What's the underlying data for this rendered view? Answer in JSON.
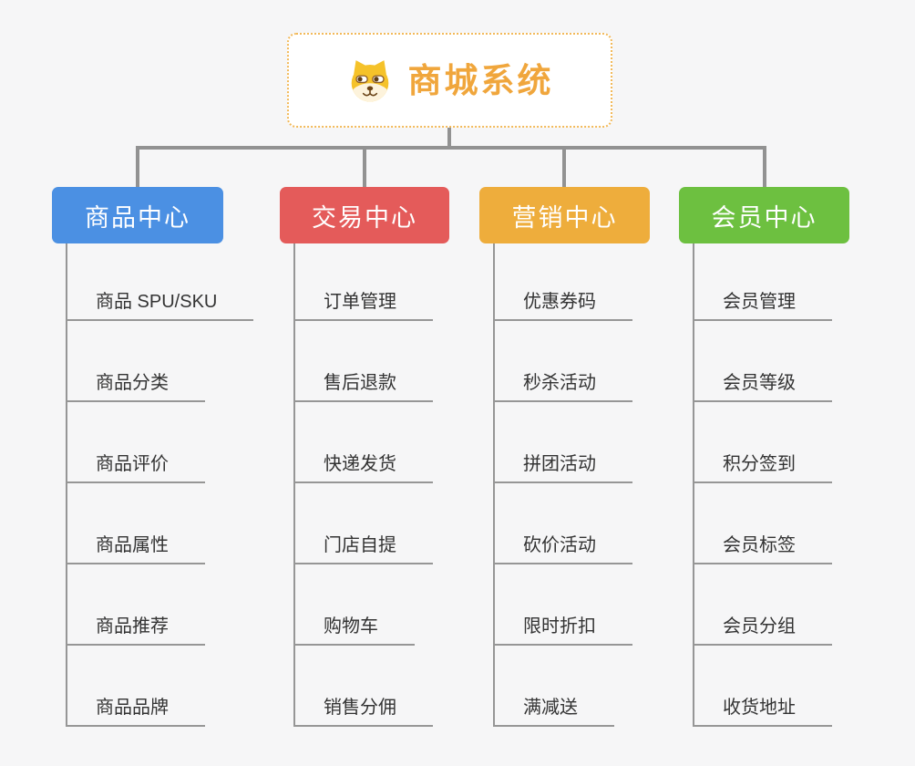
{
  "mindmap": {
    "root": {
      "label": "商城系统",
      "icon": "dog-face-icon",
      "text_color": "#F0A63C",
      "border_color": "#F2B959"
    },
    "branches": [
      {
        "label": "商品中心",
        "color": "#4B90E3",
        "children": [
          "商品 SPU/SKU",
          "商品分类",
          "商品评价",
          "商品属性",
          "商品推荐",
          "商品品牌"
        ]
      },
      {
        "label": "交易中心",
        "color": "#E45B5A",
        "children": [
          "订单管理",
          "售后退款",
          "快递发货",
          "门店自提",
          "购物车",
          "销售分佣"
        ]
      },
      {
        "label": "营销中心",
        "color": "#EEAD3C",
        "children": [
          "优惠券码",
          "秒杀活动",
          "拼团活动",
          "砍价活动",
          "限时折扣",
          "满减送"
        ]
      },
      {
        "label": "会员中心",
        "color": "#6DC040",
        "children": [
          "会员管理",
          "会员等级",
          "积分签到",
          "会员标签",
          "会员分组",
          "收货地址"
        ]
      }
    ],
    "colors": {
      "connector": "#929292",
      "leaf_line": "#969696",
      "leaf_text": "#333333",
      "background": "#F6F6F7"
    }
  }
}
